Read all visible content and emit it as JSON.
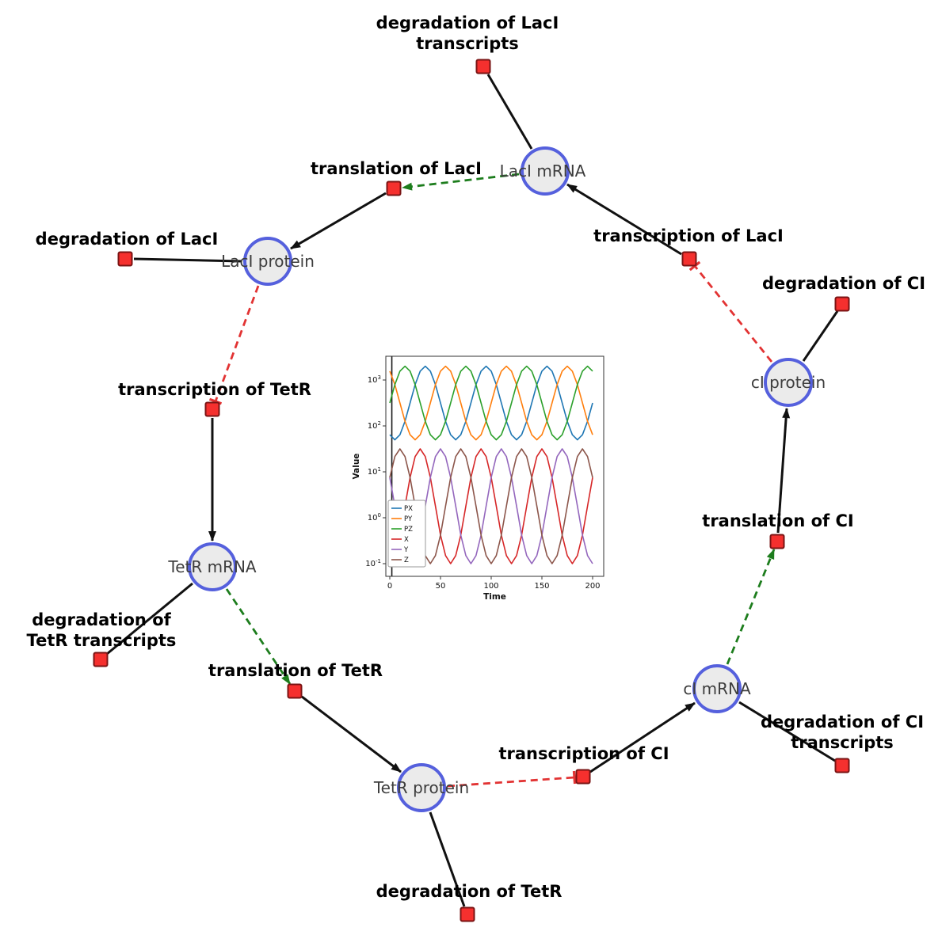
{
  "diagram": {
    "species": [
      {
        "id": "laci-mrna",
        "label": "LacI mRNA"
      },
      {
        "id": "laci-protein",
        "label": "LacI protein"
      },
      {
        "id": "tetr-mrna",
        "label": "TetR mRNA"
      },
      {
        "id": "tetr-protein",
        "label": "TetR protein"
      },
      {
        "id": "ci-mrna",
        "label": "cI mRNA"
      },
      {
        "id": "ci-protein",
        "label": "cI protein"
      }
    ],
    "reactions": [
      {
        "id": "deg-laci-transcripts",
        "label": "degradation of LacI transcripts"
      },
      {
        "id": "translation-laci",
        "label": "translation of LacI"
      },
      {
        "id": "transcription-laci",
        "label": "transcription of LacI"
      },
      {
        "id": "deg-laci",
        "label": "degradation of LacI"
      },
      {
        "id": "transcription-tetr",
        "label": "transcription of TetR"
      },
      {
        "id": "deg-ci",
        "label": "degradation of CI"
      },
      {
        "id": "translation-ci",
        "label": "translation of CI"
      },
      {
        "id": "deg-tetr-transcripts",
        "label": "degradation of TetR transcripts"
      },
      {
        "id": "translation-tetr",
        "label": "translation of TetR"
      },
      {
        "id": "transcription-ci",
        "label": "transcription of CI"
      },
      {
        "id": "deg-ci-transcripts",
        "label": "degradation of CI transcripts"
      },
      {
        "id": "deg-tetr",
        "label": "degradation of TetR"
      }
    ],
    "colors": {
      "species_fill": "#ebebeb",
      "species_stroke": "#5560dd",
      "reaction_fill": "#f5302e",
      "reaction_stroke": "#7a1414",
      "edge": "#111111",
      "modifier_edge": "#1d7d1d",
      "inhibition_edge": "#e23333"
    }
  },
  "chart_data": {
    "type": "line",
    "title": "",
    "xlabel": "Time",
    "ylabel": "Value",
    "x_range": [
      0,
      200
    ],
    "x_ticks": [
      0,
      50,
      100,
      150,
      200
    ],
    "y_scale": "log",
    "y_tick_exponents": [
      3,
      2,
      1,
      0,
      -1
    ],
    "legend_position": "lower left",
    "grid": false,
    "annotations": [
      {
        "type": "vline",
        "x": 2,
        "color": "#1a1a1a"
      }
    ],
    "x": [
      0,
      5,
      10,
      15,
      20,
      25,
      30,
      35,
      40,
      45,
      50,
      55,
      60,
      65,
      70,
      75,
      80,
      85,
      90,
      95,
      100,
      105,
      110,
      115,
      120,
      125,
      130,
      135,
      140,
      145,
      150,
      155,
      160,
      165,
      170,
      175,
      180,
      185,
      190,
      195,
      200
    ],
    "series": [
      {
        "name": "PX",
        "color": "#1f77b4",
        "values": [
          64,
          50,
          64,
          126,
          316,
          794,
          1560,
          1995,
          1560,
          794,
          316,
          126,
          64,
          50,
          64,
          126,
          316,
          794,
          1560,
          1995,
          1560,
          794,
          316,
          126,
          64,
          50,
          64,
          126,
          316,
          794,
          1560,
          1995,
          1560,
          794,
          316,
          126,
          64,
          50,
          64,
          126,
          316
        ]
      },
      {
        "name": "PY",
        "color": "#ff7f0e",
        "values": [
          1560,
          794,
          316,
          126,
          64,
          50,
          64,
          126,
          316,
          794,
          1560,
          1995,
          1560,
          794,
          316,
          126,
          64,
          50,
          64,
          126,
          316,
          794,
          1560,
          1995,
          1560,
          794,
          316,
          126,
          64,
          50,
          64,
          126,
          316,
          794,
          1560,
          1995,
          1560,
          794,
          316,
          126,
          64
        ]
      },
      {
        "name": "PZ",
        "color": "#2ca02c",
        "values": [
          316,
          794,
          1560,
          1995,
          1560,
          794,
          316,
          126,
          64,
          50,
          64,
          126,
          316,
          794,
          1560,
          1995,
          1560,
          794,
          316,
          126,
          64,
          50,
          64,
          126,
          316,
          794,
          1560,
          1995,
          1560,
          794,
          316,
          126,
          64,
          50,
          64,
          126,
          316,
          794,
          1560,
          1995,
          1560
        ]
      },
      {
        "name": "X",
        "color": "#d62728",
        "values": [
          0.1,
          0.15,
          0.42,
          1.8,
          7.5,
          21.5,
          31.6,
          21.5,
          7.5,
          1.8,
          0.42,
          0.15,
          0.1,
          0.15,
          0.42,
          1.8,
          7.5,
          21.5,
          31.6,
          21.5,
          7.5,
          1.8,
          0.42,
          0.15,
          0.1,
          0.15,
          0.42,
          1.8,
          7.5,
          21.5,
          31.6,
          21.5,
          7.5,
          1.8,
          0.42,
          0.15,
          0.1,
          0.15,
          0.42,
          1.8,
          7.5
        ]
      },
      {
        "name": "Y",
        "color": "#9467bd",
        "values": [
          7.5,
          1.8,
          0.42,
          0.15,
          0.1,
          0.15,
          0.42,
          1.8,
          7.5,
          21.5,
          31.6,
          21.5,
          7.5,
          1.8,
          0.42,
          0.15,
          0.1,
          0.15,
          0.42,
          1.8,
          7.5,
          21.5,
          31.6,
          21.5,
          7.5,
          1.8,
          0.42,
          0.15,
          0.1,
          0.15,
          0.42,
          1.8,
          7.5,
          21.5,
          31.6,
          21.5,
          7.5,
          1.8,
          0.42,
          0.15,
          0.1
        ]
      },
      {
        "name": "Z",
        "color": "#8c564b",
        "values": [
          7.5,
          21.5,
          31.6,
          21.5,
          7.5,
          1.8,
          0.42,
          0.15,
          0.1,
          0.15,
          0.42,
          1.8,
          7.5,
          21.5,
          31.6,
          21.5,
          7.5,
          1.8,
          0.42,
          0.15,
          0.1,
          0.15,
          0.42,
          1.8,
          7.5,
          21.5,
          31.6,
          21.5,
          7.5,
          1.8,
          0.42,
          0.15,
          0.1,
          0.15,
          0.42,
          1.8,
          7.5,
          21.5,
          31.6,
          21.5,
          7.5
        ]
      }
    ]
  }
}
